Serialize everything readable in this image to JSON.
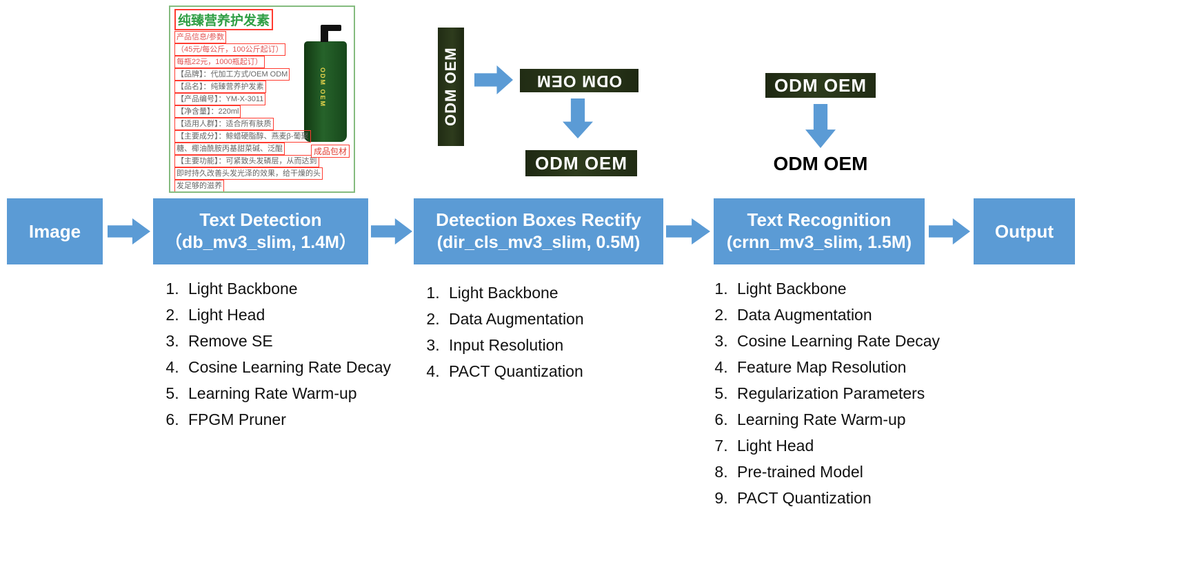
{
  "diagram": {
    "flow": {
      "input_label": "Image",
      "output_label": "Output",
      "stages": [
        {
          "title": "Text Detection",
          "subtitle": "（db_mv3_slim, 1.4M）",
          "items": [
            "Light Backbone",
            "Light Head",
            "Remove SE",
            "Cosine Learning Rate Decay",
            "Learning Rate Warm-up",
            "FPGM Pruner"
          ]
        },
        {
          "title": "Detection Boxes Rectify",
          "subtitle": "(dir_cls_mv3_slim, 0.5M)",
          "items": [
            "Light Backbone",
            "Data Augmentation",
            "Input Resolution",
            "PACT Quantization"
          ]
        },
        {
          "title": "Text Recognition",
          "subtitle": "(crnn_mv3_slim, 1.5M)",
          "items": [
            "Light Backbone",
            "Data Augmentation",
            "Cosine Learning Rate Decay",
            "Feature Map Resolution",
            "Regularization Parameters",
            "Learning Rate Warm-up",
            "Light Head",
            "Pre-trained Model",
            "PACT Quantization"
          ]
        }
      ]
    },
    "detection_sample": {
      "title": "纯臻营养护发素",
      "lines": [
        "产品信息/参数",
        "（45元/每公斤，100公斤起订）",
        "每瓶22元，1000瓶起订）",
        "【品牌】：代加工方式/OEM ODM",
        "【品名】：纯臻营养护发素",
        "【产品编号】：YM-X-3011",
        "【净含量】：220ml",
        "【适用人群】：适合所有肤质",
        "【主要成分】：鲸蜡硬脂醇、燕麦β-葡聚",
        "糖、椰油酰胺丙基甜菜碱、泛醌",
        "【主要功能】：可紧致头发磷层，从而达到",
        "即时持久改善头发光泽的效果，给干燥的头",
        "发足够的滋养"
      ],
      "package_badge": "成品包材",
      "bottle_label": "ODM OEM"
    },
    "rectify_sample": {
      "rotated_vertical": "ODM OEM",
      "flipped": "ODM OEM",
      "rectified": "ODM OEM"
    },
    "recognition_sample": {
      "cropped": "ODM OEM",
      "recognized": "ODM OEM"
    },
    "colors": {
      "accent_blue": "#5B9BD5",
      "crop_background": "#26301a",
      "detection_box_red": "#ff3b30",
      "title_green": "#2f9e44"
    }
  }
}
